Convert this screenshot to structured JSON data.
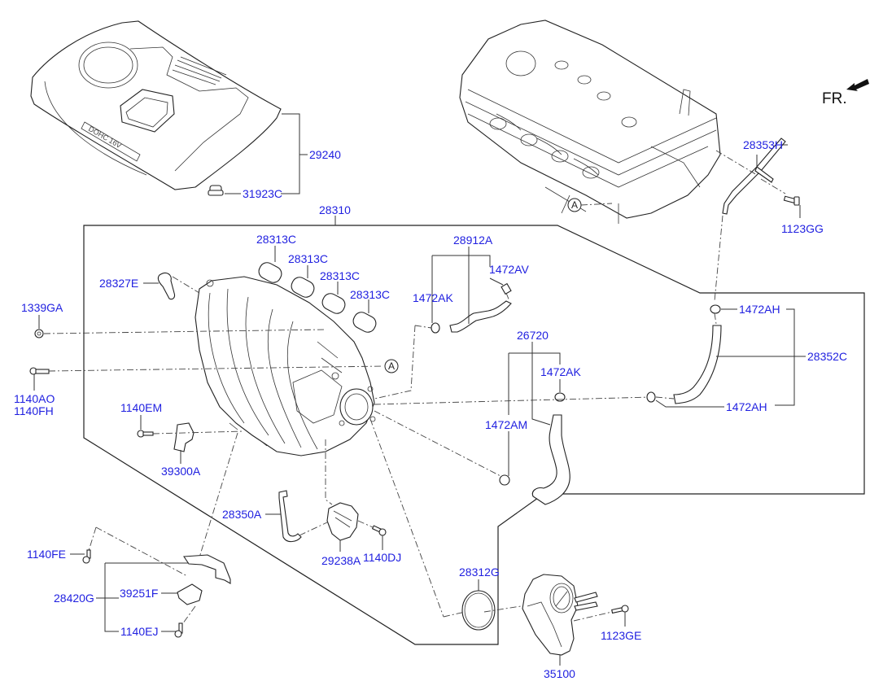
{
  "diagram": {
    "title": "Intake Manifold & Engine Cover",
    "direction_marker": "FR.",
    "reference_marker": "A",
    "cover_embossed_text": "DOHC 16V",
    "colors": {
      "label": "#1f1fe0",
      "line": "#222222",
      "background": "#ffffff"
    },
    "parts": {
      "p29240": "29240",
      "p31923C": "31923C",
      "p28310": "28310",
      "p28313C_1": "28313C",
      "p28313C_2": "28313C",
      "p28313C_3": "28313C",
      "p28313C_4": "28313C",
      "p28327E": "28327E",
      "p1339GA": "1339GA",
      "p1140AO": "1140AO",
      "p1140FH": "1140FH",
      "p1140EM": "1140EM",
      "p39300A": "39300A",
      "p28912A": "28912A",
      "p1472AV": "1472AV",
      "p1472AK_1": "1472AK",
      "p26720": "26720",
      "p1472AK_2": "1472AK",
      "p1472AM": "1472AM",
      "p28353H": "28353H",
      "p1123GG": "1123GG",
      "p1472AH_1": "1472AH",
      "p28352C": "28352C",
      "p1472AH_2": "1472AH",
      "p28350A": "28350A",
      "p29238A": "29238A",
      "p1140DJ": "1140DJ",
      "p1140FE": "1140FE",
      "p28420G": "28420G",
      "p39251F": "39251F",
      "p1140EJ": "1140EJ",
      "p28312G": "28312G",
      "p35100": "35100",
      "p1123GE": "1123GE"
    }
  }
}
